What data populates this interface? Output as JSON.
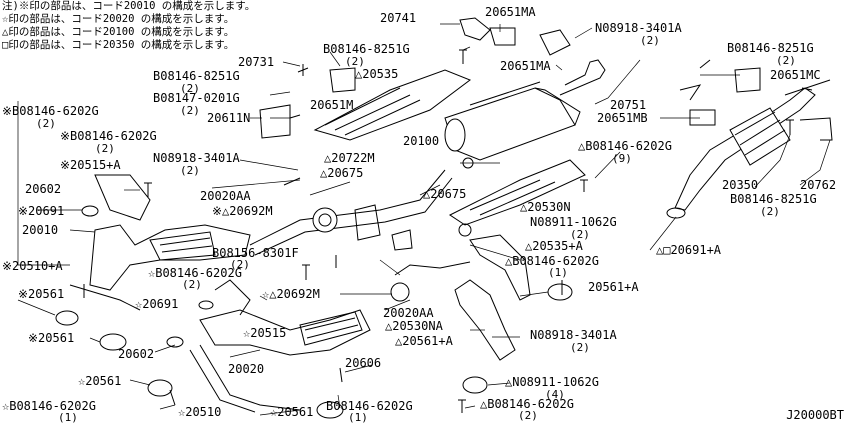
{
  "notes": [
    "注)※印の部品は、コード20010 の構成を示します。",
    "☆印の部品は、コード20020 の構成を示します。",
    "△印の部品は、コード20100 の構成を示します。",
    "□印の部品は、コード20350 の構成を示します。"
  ],
  "labels": {
    "p20741": "20741",
    "p20651MA_top": "20651MA",
    "p08918_3401A_top": "N08918-3401A",
    "p08918_3401A_top_q": "(2)",
    "p08146_8251G_a": "B08146-8251G",
    "p08146_8251G_a_q": "(2)",
    "p20731": "20731",
    "p08146_8251G_b": "B08146-8251G",
    "p08146_8251G_b_q": "(2)",
    "p08146_8251G_c": "B08146-8251G",
    "p08146_8251G_c_q": "(2)",
    "p20535": "△20535",
    "p20651MA_mid": "20651MA",
    "p20651MC": "20651MC",
    "p08147_0201G": "B08147-0201G",
    "p08147_0201G_q": "(2)",
    "p20651M": "20651M",
    "p20751": "20751",
    "p20611N": "20611N",
    "p20651MB": "20651MB",
    "p08146_6202G_a": "※B08146-6202G",
    "p08146_6202G_a_q": "(2)",
    "p08146_6202G_b": "※B08146-6202G",
    "p08146_6202G_b_q": "(2)",
    "p20100": "20100",
    "p08918_3401A_left": "N08918-3401A",
    "p08918_3401A_left_q": "(2)",
    "p20722M": "△20722M",
    "p08146_6202G_c": "△B08146-6202G",
    "p08146_6202G_c_q": "(9)",
    "p20515A": "※20515+A",
    "p20675_a": "△20675",
    "p20350": "20350",
    "p20762": "20762",
    "p20602_top": "20602",
    "p20020AA_top": "20020AA",
    "p20675_b": "△20675",
    "p08146_8251G_d": "B08146-8251G",
    "p08146_8251G_d_q": "(2)",
    "p20691_left": "※20691",
    "p20692M_a": "※△20692M",
    "p20530N": "△20530N",
    "p20010": "20010",
    "p08911_1062G_a": "N08911-1062G",
    "p08911_1062G_a_q": "(2)",
    "p08156_8301F": "B08156-8301F",
    "p08156_8301F_q": "(2)",
    "p20535A": "△20535+A",
    "p20691A": "△□20691+A",
    "p20510A": "※20510+A",
    "p08146_6202G_d": "☆B08146-6202G",
    "p08146_6202G_d_q": "(2)",
    "p08146_6202G_e": "△B08146-6202G",
    "p08146_6202G_e_q": "(1)",
    "p20561_a": "※20561",
    "p20692M_b": "☆△20692M",
    "p20561A_a": "20561+A",
    "p20691_mid": "☆20691",
    "p20020AA_mid": "20020AA",
    "p20530NA": "△20530NA",
    "p20561_b": "※20561",
    "p20515": "☆20515",
    "p20561A_b": "△20561+A",
    "p08918_3401A_bot": "N08918-3401A",
    "p08918_3401A_bot_q": "(2)",
    "p20602_bot": "20602",
    "p20606": "20606",
    "p20020": "20020",
    "p20561_c": "☆20561",
    "p08911_1062G_b": "△N08911-1062G",
    "p08911_1062G_b_q": "(4)",
    "p08146_6202G_f": "☆B08146-6202G",
    "p08146_6202G_f_q": "(1)",
    "p20510": "☆20510",
    "p20561_d": "☆20561",
    "p08146_6202G_g": "B08146-6202G",
    "p08146_6202G_g_q": "(1)",
    "p08146_6202G_h": "△B08146-6202G",
    "p08146_6202G_h_q": "(2)"
  },
  "diagram_code": "J20000BT"
}
